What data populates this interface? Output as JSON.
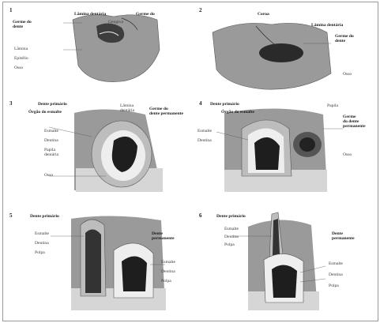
{
  "colors": {
    "tissue": "#8f8f8f",
    "tissue_dark": "#4a4a4a",
    "pulp": "#202020",
    "dentin": "#cfcfcf",
    "bone": "#bdbdbd",
    "background": "#ffffff",
    "frame": "#9a9a9a"
  },
  "panels": [
    {
      "number": "1",
      "labels": [
        "Lâmina dentária",
        "Germe do\ndente",
        "Germe do",
        "Gengiva",
        "Lâmina",
        "Epitélio",
        "Osso"
      ]
    },
    {
      "number": "2",
      "labels": [
        "Coroa",
        "Lâmina dentária",
        "Germe do\ndente",
        "Osso"
      ]
    },
    {
      "number": "3",
      "labels": [
        "Dente primário",
        "Órgão do esmalte",
        "Lâmina\ndentária",
        "Germe do\ndente permanente",
        "Esmalte",
        "Dentina",
        "Papila\ndentária",
        "Osso"
      ]
    },
    {
      "number": "4",
      "labels": [
        "Dente primário",
        "Órgão do esmalte",
        "Papila",
        "Esmalte",
        "Dentina",
        "Germe\ndo dente\npermanente",
        "Osso"
      ]
    },
    {
      "number": "5",
      "labels": [
        "Dente primário",
        "Esmalte",
        "Dentina",
        "Polpa",
        "Dente\npermanente",
        "Esmalte",
        "Dentina",
        "Polpa"
      ]
    },
    {
      "number": "6",
      "labels": [
        "Dente primário",
        "Esmalte",
        "Dentina",
        "Polpa",
        "Dente\npermanente",
        "Esmalte",
        "Dentina",
        "Polpa"
      ]
    }
  ]
}
